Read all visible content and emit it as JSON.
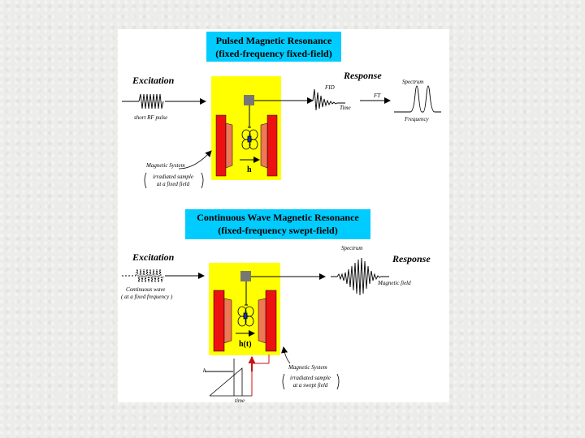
{
  "pulsed": {
    "title_line1": "Pulsed Magnetic Resonance",
    "title_line2": "(fixed-frequency fixed-field)",
    "excitation": "Excitation",
    "response": "Response",
    "short_rf_pulse": "short RF pulse",
    "fid": "FID",
    "time": "Time",
    "ft": "FT",
    "spectrum": "Spectrum",
    "frequency": "Frequency",
    "field_label": "h",
    "magnetic_system": "Magnetic System",
    "sample_line1": "irradiated sample",
    "sample_line2": "at a fixed field"
  },
  "cw": {
    "title_line1": "Continuous Wave Magnetic Resonance",
    "title_line2": "(fixed-frequency swept-field)",
    "excitation": "Excitation",
    "response": "Response",
    "cw_line1": "Continuous wave",
    "cw_line2": "( at a fixed frequency )",
    "spectrum": "Spectrum",
    "magnetic_field": "Magnetic field",
    "field_label": "h(t)",
    "magnetic_system": "Magnetic System",
    "sample_line1": "irradiated sample",
    "sample_line2": "at a swept field",
    "sweep_h": "h",
    "sweep_time": "time"
  },
  "colors": {
    "yellow_box": "#ffff00",
    "title_box": "#00ccff",
    "magnet_red": "#ee1111",
    "magnet_pole": "#ee7755",
    "arrow_red": "#cc1111"
  }
}
